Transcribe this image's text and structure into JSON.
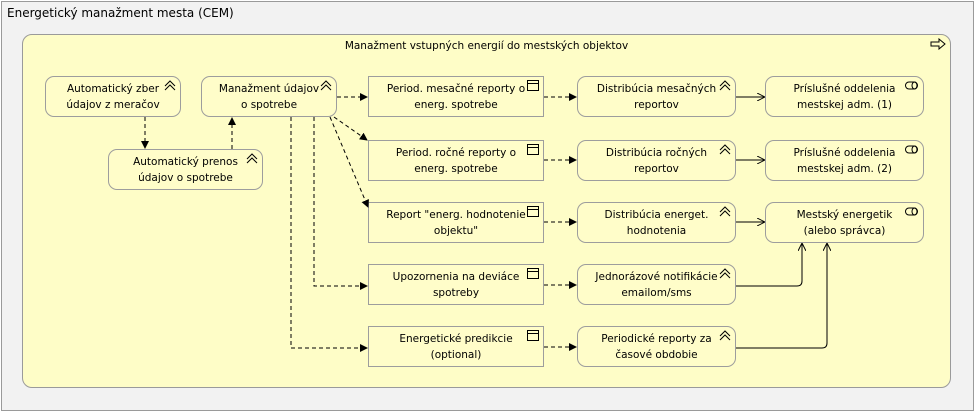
{
  "outer": {
    "title": "Energetický manažment mesta (CEM)"
  },
  "group": {
    "title": "Manažment vstupných energií do mestských objektov",
    "icon": "right-arrow-icon"
  },
  "nodes": {
    "zber": {
      "label": "Automatický zber\núdajov z meračov",
      "icon": "process-chevron-icon"
    },
    "prenos": {
      "label": "Automatický prenos\núdajov o spotrebe",
      "icon": "process-chevron-icon"
    },
    "manazment": {
      "label": "Manažment údajov\no spotrebe",
      "icon": "process-chevron-icon"
    },
    "mesacne": {
      "label": "Period. mesačné reporty o\nenerg. spotrebe",
      "icon": "data-object-icon"
    },
    "rocne": {
      "label": "Period. ročné reporty o\nenerg. spotrebe",
      "icon": "data-object-icon"
    },
    "hodnotenie": {
      "label": "Report \"energ. hodnotenie\nobjektu\"",
      "icon": "data-object-icon"
    },
    "upozornenia": {
      "label": "Upozornenia na deviáce\nspotreby",
      "icon": "data-object-icon"
    },
    "predikcie": {
      "label": "Energetické predikcie\n(optional)",
      "icon": "data-object-icon"
    },
    "dist_mes": {
      "label": "Distribúcia mesačných\nreportov",
      "icon": "process-chevron-icon"
    },
    "dist_roc": {
      "label": "Distribúcia ročných\nreportov",
      "icon": "process-chevron-icon"
    },
    "dist_hod": {
      "label": "Distribúcia energet.\nhodnotenia",
      "icon": "process-chevron-icon"
    },
    "notif": {
      "label": "Jednorázové notifikácie\nemailom/sms",
      "icon": "process-chevron-icon"
    },
    "period": {
      "label": "Periodické reporty za\nčasové obdobie",
      "icon": "process-chevron-icon"
    },
    "odd1": {
      "label": "Príslušné oddelenia\nmestskej adm. (1)",
      "icon": "role-icon"
    },
    "odd2": {
      "label": "Príslušné oddelenia\nmestskej adm. (2)",
      "icon": "role-icon"
    },
    "energetik": {
      "label": "Mestský energetik\n(alebo správca)",
      "icon": "role-icon"
    }
  },
  "colors": {
    "fill": "#fffdc9",
    "group_fill": "#fefdc7",
    "outer_fill": "#f2f2f2",
    "border": "#9d9d9d",
    "line": "#000000"
  }
}
